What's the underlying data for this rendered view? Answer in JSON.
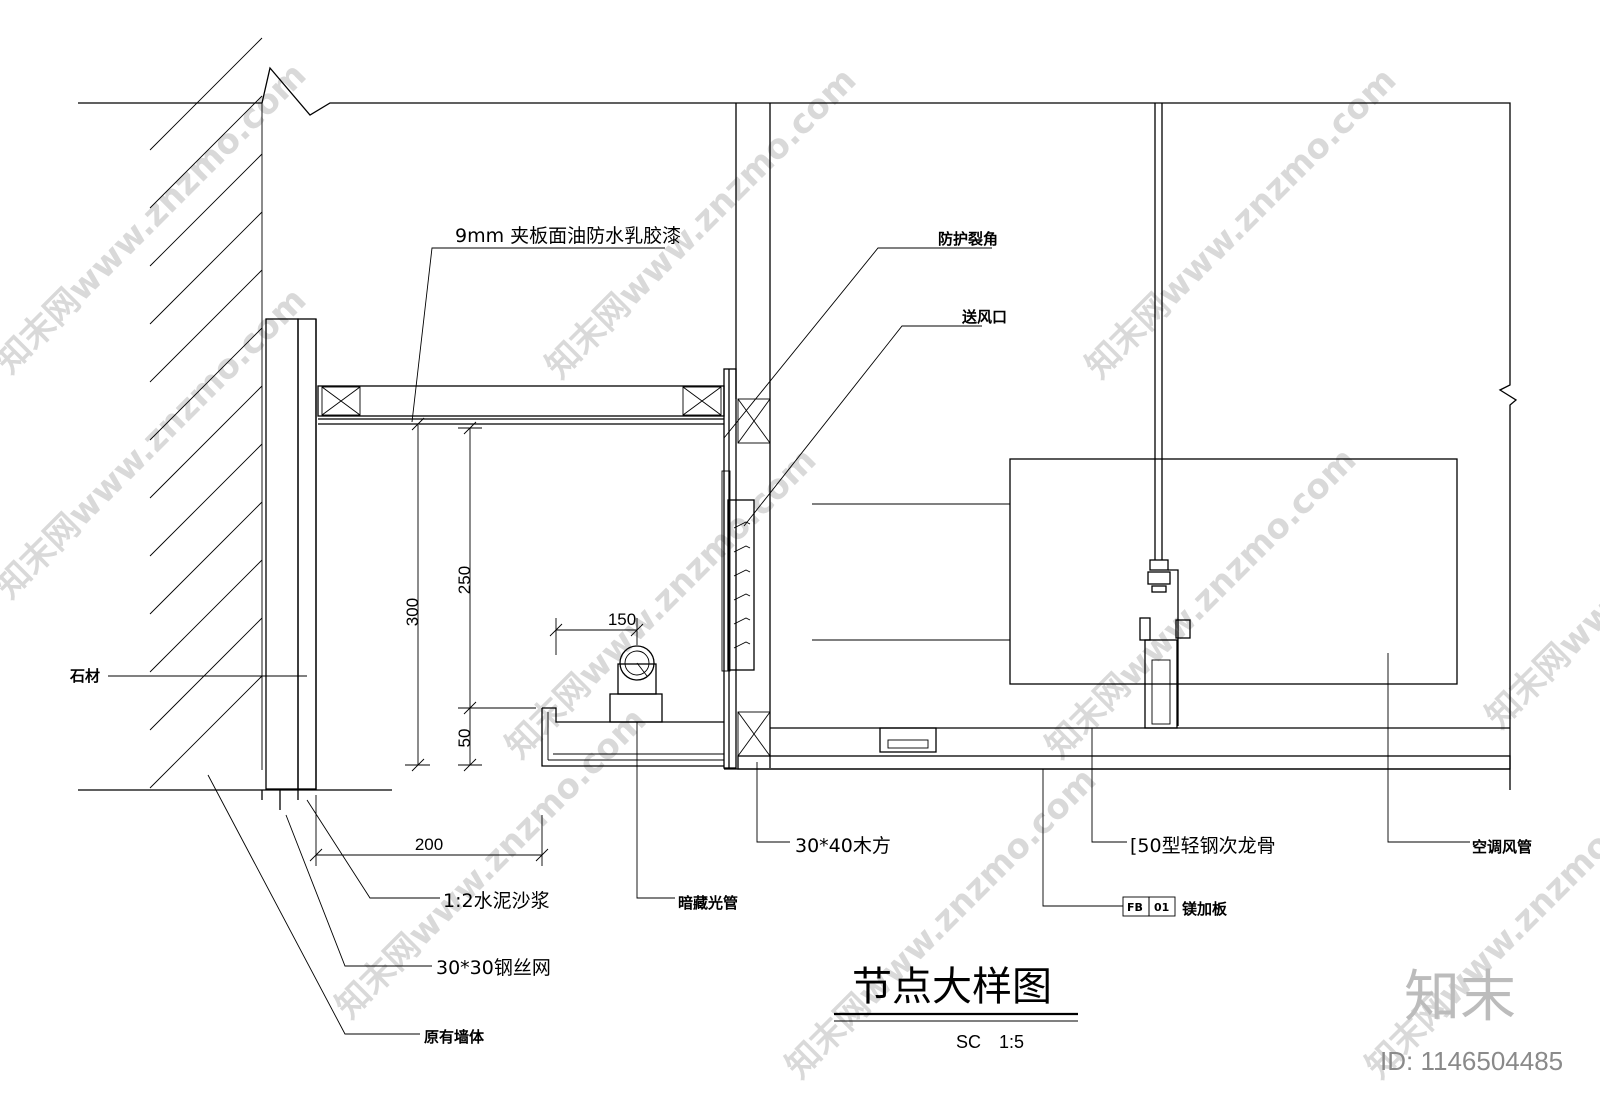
{
  "title": "节点大样图",
  "scale": "SC　1:5",
  "labels": {
    "panel": "9mm 夹板面油防水乳胶漆",
    "crack": "防护裂角",
    "vent": "送风口",
    "stone": "石材",
    "wood": "30*40木方",
    "keel": "[50型轻钢次龙骨",
    "duct": "空调风管",
    "conduit": "暗藏光管",
    "board_tag_a": "FB",
    "board_tag_b": "01",
    "board": "镁加板",
    "mortar": "1:2水泥沙浆",
    "mesh": "30*30钢丝网",
    "wall": "原有墙体"
  },
  "dimensions": {
    "d300": "300",
    "d250": "250",
    "d50": "50",
    "d150": "150",
    "d200": "200"
  },
  "watermark": {
    "text": "知末网www.znzmo.com",
    "logo": "知末",
    "id": "ID: 1146504485"
  }
}
